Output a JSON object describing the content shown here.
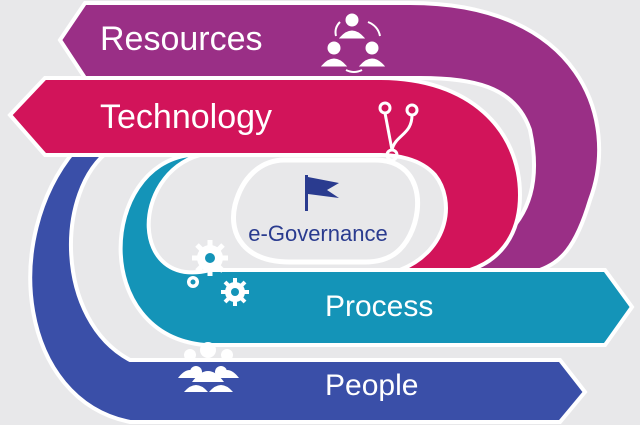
{
  "diagram": {
    "center_label": "e-Governance",
    "bands": [
      {
        "key": "resources",
        "label": "Resources",
        "color": "#9a2f86",
        "icon": "people-exchange-icon"
      },
      {
        "key": "technology",
        "label": "Technology",
        "color": "#d2145a",
        "icon": "branch-icon"
      },
      {
        "key": "process",
        "label": "Process",
        "color": "#1494b8",
        "icon": "gears-icon"
      },
      {
        "key": "people",
        "label": "People",
        "color": "#3a4fa8",
        "icon": "group-icon"
      }
    ],
    "center_icon": "flag-icon",
    "background": "#e8e8ea"
  }
}
